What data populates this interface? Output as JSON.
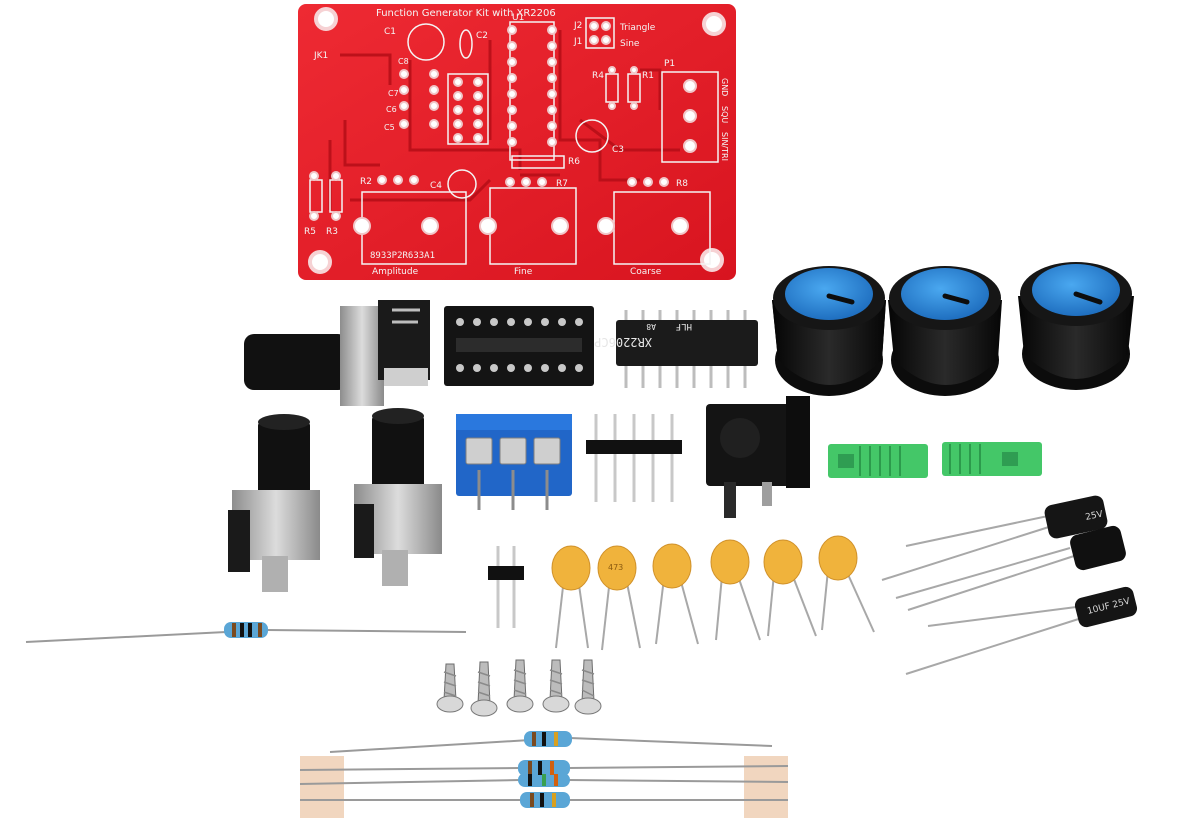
{
  "pcb": {
    "title": "Function Generator Kit with XR2206",
    "labels": {
      "c1": "C1",
      "c2": "C2",
      "u1": "U1",
      "j2": "J2",
      "j1": "J1",
      "triangle": "Triangle",
      "sine": "Sine",
      "jk1": "JK1",
      "c8": "C8",
      "c7": "C7",
      "c6": "C6",
      "c5": "C5",
      "r4": "R4",
      "r1": "R1",
      "p1": "P1",
      "gnd": "GND",
      "squ": "SQU",
      "sin_tri": "SIN/TRI",
      "r6": "R6",
      "c3": "C3",
      "r2": "R2",
      "c4": "C4",
      "r7": "R7",
      "r8": "R8",
      "r5": "R5",
      "r3": "R3",
      "code": "8933P2R633A1",
      "amplitude": "Amplitude",
      "fine": "Fine",
      "coarse": "Coarse"
    }
  },
  "chip": {
    "marking": "XR2206CP",
    "sub1": "HLF",
    "sub2": "A8"
  },
  "capacitor_marking": "473",
  "electrolytic": {
    "rating_top": "25V",
    "rating_bottom": "10UF 25V"
  },
  "colors": {
    "pcb_red": "#e8202b",
    "pcb_trace": "#c01019",
    "silkscreen": "#f4f4f4",
    "knob_black": "#151515",
    "knob_blue": "#2f8ee0",
    "terminal_blue": "#2166c8",
    "jumper_green": "#44c768",
    "ceramic_yellow": "#f0b33c",
    "resistor_blue": "#5aa6d6",
    "metal": "#b8b8b8"
  }
}
